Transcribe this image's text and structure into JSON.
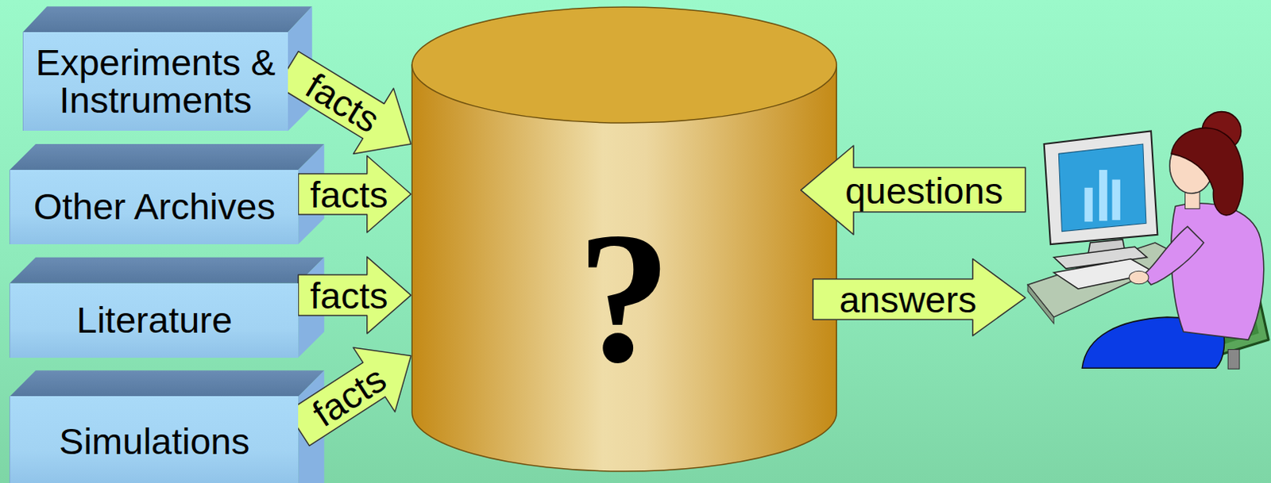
{
  "diagram": {
    "nodes": [
      {
        "text": [
          "Experiments & Instruments"
        ]
      },
      {
        "text": [
          "Other Archives"
        ]
      },
      {
        "text": [
          "Literature"
        ]
      },
      {
        "text": [
          "Simulations"
        ]
      },
      {
        "text": [
          "?"
        ]
      }
    ],
    "edges": [
      {
        "from": 0,
        "to": 4,
        "label": "facts",
        "arrow": "to"
      },
      {
        "from": 1,
        "to": 4,
        "label": "facts",
        "arrow": "to"
      },
      {
        "from": 2,
        "to": 4,
        "label": "facts",
        "arrow": "to"
      },
      {
        "from": 3,
        "to": 4,
        "label": "facts",
        "arrow": "to"
      }
    ],
    "labels": [
      "questions",
      "answers"
    ]
  }
}
